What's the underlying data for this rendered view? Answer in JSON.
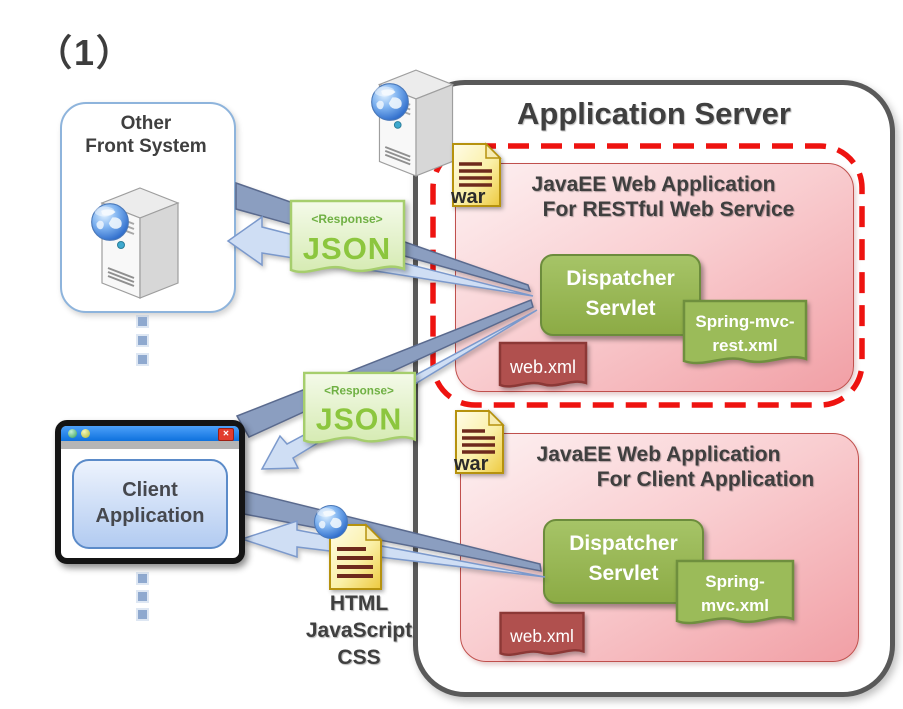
{
  "figure_label": "（1）",
  "other_front_system": {
    "title_line1": "Other",
    "title_line2": "Front System"
  },
  "application_server": {
    "title": "Application Server"
  },
  "restful_app": {
    "title_line1": "JavaEE Web Application",
    "title_line2": "For RESTful Web Service",
    "dispatcher": {
      "line1": "Dispatcher",
      "line2": "Servlet"
    },
    "spring_config": {
      "line1": "Spring-mvc-",
      "line2": "rest.xml"
    },
    "web_xml_label": "web.xml",
    "war_label": "war"
  },
  "client_web_app": {
    "title_line1": "JavaEE Web Application",
    "title_line2": "For Client Application",
    "dispatcher": {
      "line1": "Dispatcher",
      "line2": "Servlet"
    },
    "spring_config": {
      "line1": "Spring-",
      "line2": "mvc.xml"
    },
    "web_xml_label": "web.xml",
    "war_label": "war"
  },
  "client_browser": {
    "app_line1": "Client",
    "app_line2": "Application",
    "close_glyph": "✕"
  },
  "json_response_top": {
    "tag": "<Response>",
    "label": "JSON"
  },
  "json_response_bottom": {
    "tag": "<Response>",
    "label": "JSON"
  },
  "static_resources": {
    "line1": "HTML",
    "line2": "JavaScript",
    "line3": "CSS"
  },
  "colors": {
    "app_server_border": "#595959",
    "boundary_dash_red": "#ee1310",
    "pink_panel_light": "#fdf1f2",
    "pink_panel_dark": "#f19fa5",
    "green_node": "#9bbb59",
    "green_node_border": "#6f8f3e",
    "red_ribbon": "#b0504e",
    "json_text_green": "#8cc63e",
    "request_band": "#8b9ec0",
    "response_band": "#cfdef4",
    "browser_titlebar_blue": "#1f8fff",
    "front_system_border": "#8eb4dc"
  }
}
